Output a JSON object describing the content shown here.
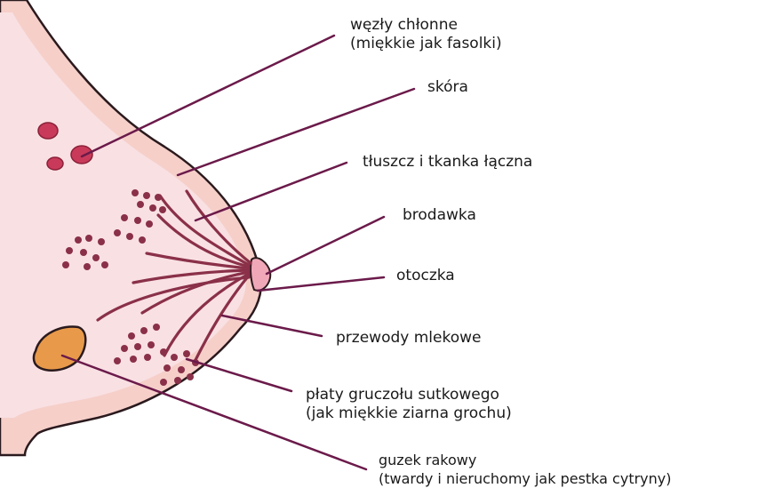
{
  "colors": {
    "outline": "#2a1a1e",
    "skin_outer": "#f6cfc9",
    "skin_inner": "#f9e0e3",
    "leader_line": "#6b1a4a",
    "lobule": "#8a3048",
    "lymph_node": "#c93a5a",
    "tumor": "#e89a4a",
    "nipple": "#f0a8b8"
  },
  "labels": {
    "lymph_nodes": {
      "line1": "węzły chłonne",
      "line2": "(miękkie jak fasolki)"
    },
    "skin": {
      "line1": "skóra"
    },
    "fat": {
      "line1": "tłuszcz i tkanka łączna"
    },
    "nipple": {
      "line1": "brodawka"
    },
    "areola": {
      "line1": "otoczka"
    },
    "ducts": {
      "line1": "przewody mlekowe"
    },
    "lobes": {
      "line1": "płaty gruczołu sutkowego",
      "line2": "(jak miękkie ziarna grochu)"
    },
    "tumor": {
      "line1": "guzek rakowy",
      "line2": "(twardy i nieruchomy jak pestka cytryny)"
    }
  }
}
